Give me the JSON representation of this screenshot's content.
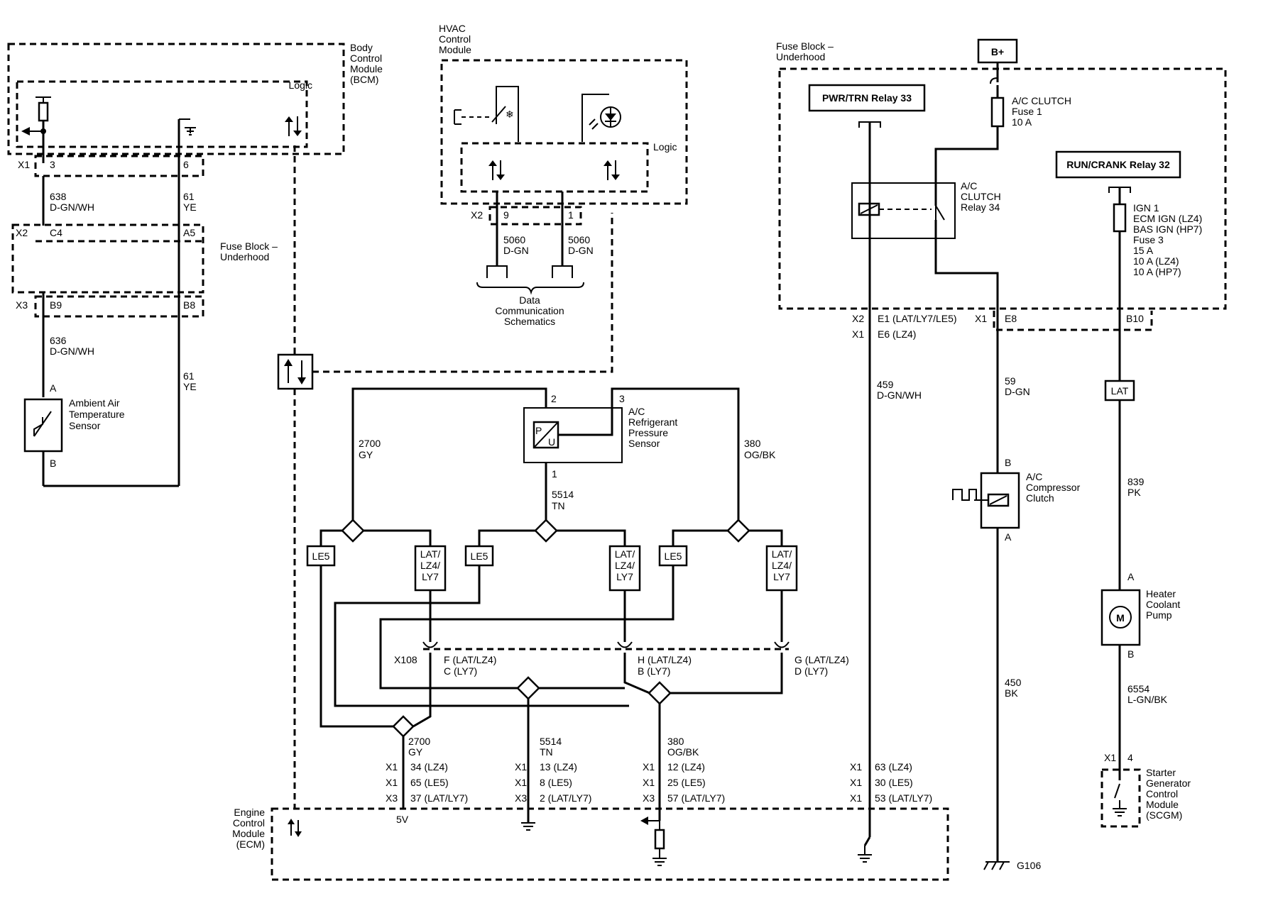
{
  "bcm": {
    "title": [
      "Body",
      "Control",
      "Module",
      "(BCM)"
    ],
    "logic": "Logic",
    "x1": "X1",
    "x1_left": "3",
    "x1_right": "6",
    "x2": "X2",
    "x2_left": "C4",
    "x2_right": "A5",
    "x3": "X3",
    "x3_left": "B9",
    "x3_right": "B8",
    "fuse_block": [
      "Fuse Block –",
      "Underhood"
    ],
    "wire_638": [
      "638",
      "D-GN/WH"
    ],
    "wire_61_top": [
      "61",
      "YE"
    ],
    "wire_636": [
      "636",
      "D-GN/WH"
    ],
    "wire_61_bot": [
      "61",
      "YE"
    ]
  },
  "ambient_sensor": {
    "pin_a": "A",
    "pin_b": "B",
    "label": [
      "Ambient Air",
      "Temperature",
      "Sensor"
    ]
  },
  "hvac": {
    "title": [
      "HVAC",
      "Control",
      "Module"
    ],
    "logic": "Logic",
    "x2": "X2",
    "pin_9": "9",
    "pin_1": "1",
    "wire_a": [
      "5060",
      "D-GN"
    ],
    "wire_b": [
      "5060",
      "D-GN"
    ],
    "data_comm": [
      "Data",
      "Communication",
      "Schematics"
    ]
  },
  "pressure_sensor": {
    "pin_2": "2",
    "pin_3": "3",
    "pin_1": "1",
    "label": [
      "A/C",
      "Refrigerant",
      "Pressure",
      "Sensor"
    ],
    "symbol_p": "P",
    "symbol_u": "U"
  },
  "wires_mid": {
    "gy": [
      "2700",
      "GY"
    ],
    "og": [
      "380",
      "OG/BK"
    ],
    "tn": [
      "5514",
      "TN"
    ]
  },
  "options": {
    "le5": "LE5",
    "lat": [
      "LAT/",
      "LZ4/",
      "LY7"
    ]
  },
  "x108": {
    "name": "X108",
    "f": [
      "F (LAT/LZ4)",
      "C (LY7)"
    ],
    "h": [
      "H (LAT/LZ4)",
      "B (LY7)"
    ],
    "g": [
      "G (LAT/LZ4)",
      "D (LY7)"
    ]
  },
  "ecm": {
    "title": [
      "Engine",
      "Control",
      "Module",
      "(ECM)"
    ],
    "five_v": "5V",
    "col1": {
      "wire": [
        "2700",
        "GY"
      ],
      "rows": [
        [
          "X1",
          "34 (LZ4)"
        ],
        [
          "X1",
          "65 (LE5)"
        ],
        [
          "X3",
          "37 (LAT/LY7)"
        ]
      ]
    },
    "col2": {
      "wire": [
        "5514",
        "TN"
      ],
      "rows": [
        [
          "X1",
          "13 (LZ4)"
        ],
        [
          "X1",
          "8 (LE5)"
        ],
        [
          "X3",
          "2 (LAT/LY7)"
        ]
      ]
    },
    "col3": {
      "wire": [
        "380",
        "OG/BK"
      ],
      "rows": [
        [
          "X1",
          "12 (LZ4)"
        ],
        [
          "X1",
          "25 (LE5)"
        ],
        [
          "X3",
          "57 (LAT/LY7)"
        ]
      ]
    },
    "col4": {
      "rows": [
        [
          "X1",
          "63 (LZ4)"
        ],
        [
          "X1",
          "30 (LE5)"
        ],
        [
          "X1",
          "53 (LAT/LY7)"
        ]
      ]
    }
  },
  "fuse_block_right": {
    "title": [
      "Fuse Block –",
      "Underhood"
    ],
    "battery": "B+",
    "pwr_relay": "PWR/TRN Relay 33",
    "run_relay": "RUN/CRANK Relay 32",
    "clutch_fuse": [
      "A/C CLUTCH",
      "Fuse 1",
      "10 A"
    ],
    "clutch_relay": [
      "A/C",
      "CLUTCH",
      "Relay 34"
    ],
    "fuse3": [
      "IGN 1",
      "ECM IGN (LZ4)",
      "BAS IGN (HP7)",
      "Fuse 3",
      "15 A",
      "10 A (LZ4)",
      "10 A (HP7)"
    ],
    "x2": "X2",
    "x2_pin": "E1 (LAT/LY7/LE5)",
    "x1": "X1",
    "x1_pin": "E6 (LZ4)",
    "x1b": "X1",
    "e8": "E8",
    "b10": "B10"
  },
  "right_wires": {
    "w459": [
      "459",
      "D-GN/WH"
    ],
    "w59": [
      "59",
      "D-GN"
    ],
    "w450": [
      "450",
      "BK"
    ],
    "w839": [
      "839",
      "PK"
    ],
    "w6554": [
      "6554",
      "L-GN/BK"
    ],
    "lat": "LAT"
  },
  "compressor": {
    "pin_b": "B",
    "pin_a": "A",
    "label": [
      "A/C",
      "Compressor",
      "Clutch"
    ]
  },
  "pump": {
    "pin_a": "A",
    "pin_b": "B",
    "symbol": "M",
    "label": [
      "Heater",
      "Coolant",
      "Pump"
    ]
  },
  "scgm": {
    "x1": "X1",
    "pin": "4",
    "label": [
      "Starter",
      "Generator",
      "Control",
      "Module",
      "(SCGM)"
    ]
  },
  "ground": {
    "g106": "G106"
  }
}
